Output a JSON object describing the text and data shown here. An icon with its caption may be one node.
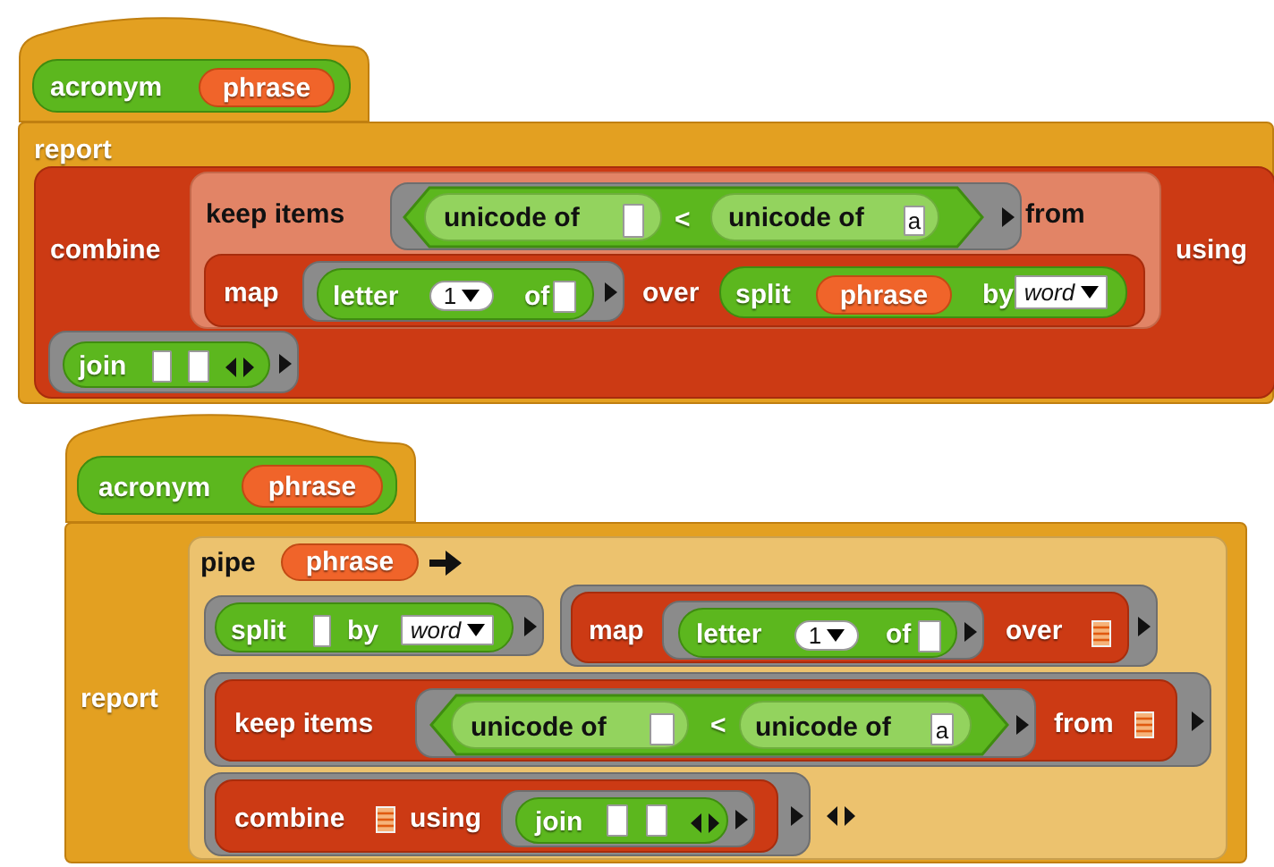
{
  "diagram": {
    "nodes": [
      {
        "text": [],
        "shape": "hat"
      },
      {
        "text": [
          "acronym"
        ],
        "in": 0
      },
      {
        "text": [
          "phrase"
        ],
        "in": 1
      },
      {
        "text": [
          "report"
        ]
      },
      {
        "text": [
          "combine",
          "using"
        ],
        "in": 3
      },
      {
        "text": [
          "keep items",
          "from"
        ],
        "in": 4
      },
      {
        "text": [],
        "shape": "ring",
        "in": 5
      },
      {
        "text": [
          "<"
        ],
        "in": 6
      },
      {
        "text": [
          "unicode of"
        ],
        "in": 7
      },
      {
        "text": [],
        "shape": "box",
        "in": 8
      },
      {
        "text": [
          "unicode of"
        ],
        "in": 7
      },
      {
        "text": [
          "a"
        ],
        "in": 10
      },
      {
        "text": [
          "map",
          "over"
        ],
        "in": 5
      },
      {
        "text": [],
        "shape": "ring",
        "in": 12
      },
      {
        "text": [
          "letter",
          "of"
        ],
        "in": 13
      },
      {
        "text": [
          "1"
        ],
        "in": 14
      },
      {
        "text": [],
        "shape": "box",
        "in": 14
      },
      {
        "text": [
          "split",
          "by"
        ],
        "in": 12
      },
      {
        "text": [
          "phrase"
        ],
        "in": 17
      },
      {
        "text": [
          "word"
        ],
        "in": 17
      },
      {
        "text": [],
        "shape": "ring",
        "in": 4
      },
      {
        "text": [
          "join"
        ],
        "in": 20
      },
      {
        "text": [],
        "shape": "box",
        "in": 21
      },
      {
        "text": [],
        "shape": "box",
        "in": 21
      },
      {
        "text": [],
        "shape": "hat"
      },
      {
        "text": [
          "acronym"
        ],
        "in": 24
      },
      {
        "text": [
          "phrase"
        ],
        "in": 25
      },
      {
        "text": [
          "report"
        ]
      },
      {
        "text": [
          "pipe"
        ],
        "in": 27
      },
      {
        "text": [
          "phrase"
        ],
        "in": 28
      },
      {
        "text": [],
        "shape": "ring",
        "in": 28
      },
      {
        "text": [
          "split",
          "by"
        ],
        "in": 30
      },
      {
        "text": [],
        "shape": "box",
        "in": 31
      },
      {
        "text": [
          "word"
        ],
        "in": 31
      },
      {
        "text": [],
        "shape": "ring",
        "in": 28
      },
      {
        "text": [
          "map",
          "over"
        ],
        "in": 34
      },
      {
        "text": [],
        "shape": "ring",
        "in": 35
      },
      {
        "text": [
          "letter",
          "of"
        ],
        "in": 36
      },
      {
        "text": [
          "1"
        ],
        "in": 37
      },
      {
        "text": [],
        "shape": "box",
        "in": 37
      },
      {
        "text": [],
        "shape": "ring",
        "in": 28
      },
      {
        "text": [
          "keep items",
          "from"
        ],
        "in": 40
      },
      {
        "text": [],
        "shape": "ring",
        "in": 41
      },
      {
        "text": [
          "<"
        ],
        "in": 42
      },
      {
        "text": [
          "unicode of"
        ],
        "in": 43
      },
      {
        "text": [],
        "shape": "box",
        "in": 44
      },
      {
        "text": [
          "unicode of"
        ],
        "in": 43
      },
      {
        "text": [
          "a"
        ],
        "in": 46
      },
      {
        "text": [],
        "shape": "ring",
        "in": 28
      },
      {
        "text": [
          "combine",
          "using"
        ],
        "in": 48
      },
      {
        "text": [],
        "shape": "ring",
        "in": 49
      },
      {
        "text": [
          "join"
        ],
        "in": 50
      },
      {
        "text": [],
        "shape": "box",
        "in": 51
      },
      {
        "text": [],
        "shape": "box",
        "in": 51
      }
    ]
  }
}
